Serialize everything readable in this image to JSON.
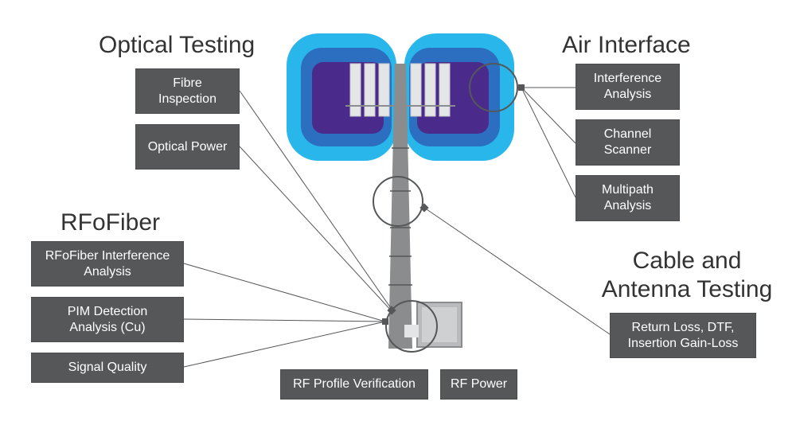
{
  "headings": {
    "optical_testing": "Optical Testing",
    "air_interface": "Air Interface",
    "rfofiber": "RFoFiber",
    "cable_antenna_line1": "Cable and",
    "cable_antenna_line2": "Antenna Testing"
  },
  "optical": {
    "fibre_inspection": [
      "Fibre",
      "Inspection"
    ],
    "optical_power": "Optical Power"
  },
  "air": {
    "interference_analysis": [
      "Interference",
      "Analysis"
    ],
    "channel_scanner": [
      "Channel",
      "Scanner"
    ],
    "multipath_analysis": [
      "Multipath",
      "Analysis"
    ]
  },
  "rfofiber": {
    "interference_analysis": [
      "RFoFiber Interference",
      "Analysis"
    ],
    "pim_detection": [
      "PIM Detection",
      "Analysis (Cu)"
    ],
    "signal_quality": "Signal Quality"
  },
  "cable": {
    "return_loss": [
      "Return Loss, DTF,",
      "Insertion Gain-Loss"
    ]
  },
  "bottom": {
    "rf_profile_verification": "RF Profile Verification",
    "rf_power": "RF Power"
  },
  "colors": {
    "box_bg": "#555759",
    "box_text": "#ffffff",
    "antenna_outer": "#29b6ea",
    "antenna_mid": "#2c6fc0",
    "antenna_inner": "#4a2b8c",
    "tower": "#8a8c8e",
    "callout": "#555759"
  }
}
